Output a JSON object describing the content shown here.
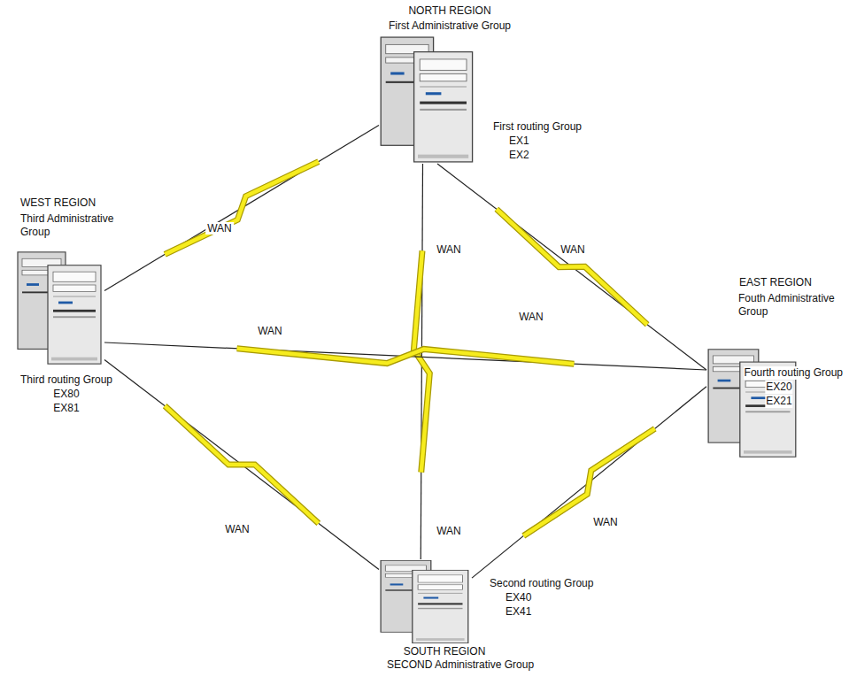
{
  "diagram": {
    "nodes": [
      {
        "text": [
          "NORTH REGION",
          "First Administrative Group",
          "First routing Group",
          "EX1",
          "EX2"
        ]
      },
      {
        "text": [
          "WEST REGION",
          "Third Administrative Group",
          "Third routing Group",
          "EX80",
          "EX81"
        ]
      },
      {
        "text": [
          "EAST REGION",
          "Fouth Administrative Group",
          "Fourth routing Group",
          "EX20",
          "EX21"
        ]
      },
      {
        "text": [
          "SOUTH REGION",
          "SECOND Administrative Group",
          "Second routing Group",
          "EX40",
          "EX41"
        ]
      }
    ],
    "edges": [
      {
        "from": 0,
        "to": 1,
        "arrow": "none",
        "label": "WAN"
      },
      {
        "from": 0,
        "to": 2,
        "arrow": "none",
        "label": "WAN"
      },
      {
        "from": 0,
        "to": 3,
        "arrow": "none",
        "label": "WAN"
      },
      {
        "from": 1,
        "to": 2,
        "arrow": "none",
        "label": "WAN"
      },
      {
        "from": 1,
        "to": 3,
        "arrow": "none",
        "label": "WAN"
      },
      {
        "from": 2,
        "to": 3,
        "arrow": "none",
        "label": "WAN"
      }
    ],
    "labels": [
      "WAN",
      "WAN"
    ]
  }
}
